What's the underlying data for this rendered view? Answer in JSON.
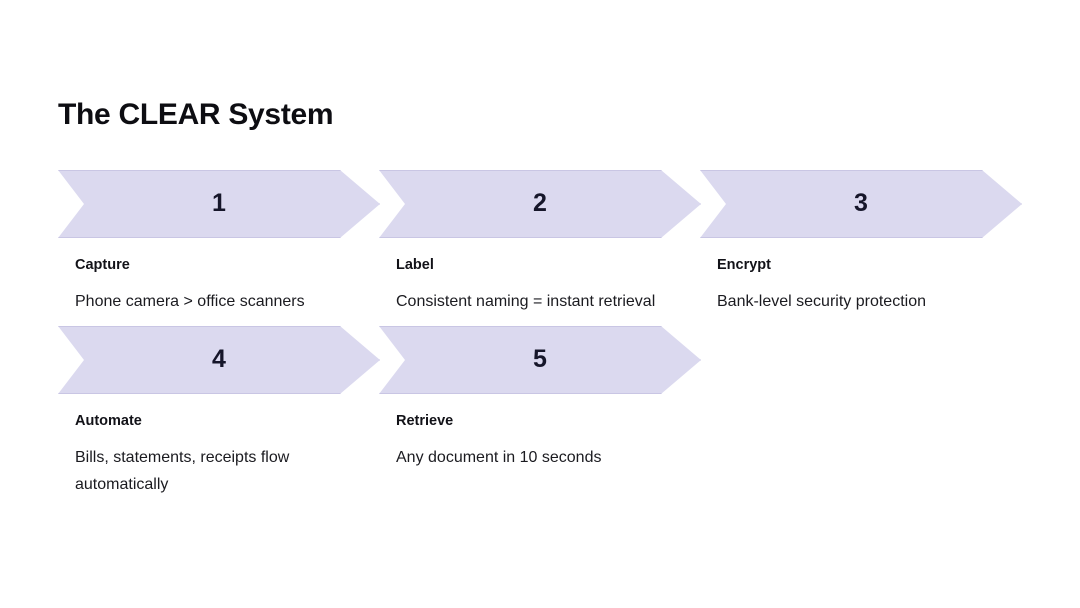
{
  "slide": {
    "title": "The CLEAR System",
    "background_color": "#ffffff",
    "accent_color": "#dbd9ef",
    "accent_border_color": "#c9c6e4",
    "number_color": "#16162a",
    "text_color": "#1b1b20"
  },
  "steps": [
    {
      "number": "1",
      "label": "Capture",
      "description": "Phone camera > office scanners"
    },
    {
      "number": "2",
      "label": "Label",
      "description": "Consistent naming = instant retrieval"
    },
    {
      "number": "3",
      "label": "Encrypt",
      "description": "Bank-level security protection"
    },
    {
      "number": "4",
      "label": "Automate",
      "description": "Bills, statements, receipts flow automatically"
    },
    {
      "number": "5",
      "label": "Retrieve",
      "description": "Any document in 10 seconds"
    }
  ]
}
